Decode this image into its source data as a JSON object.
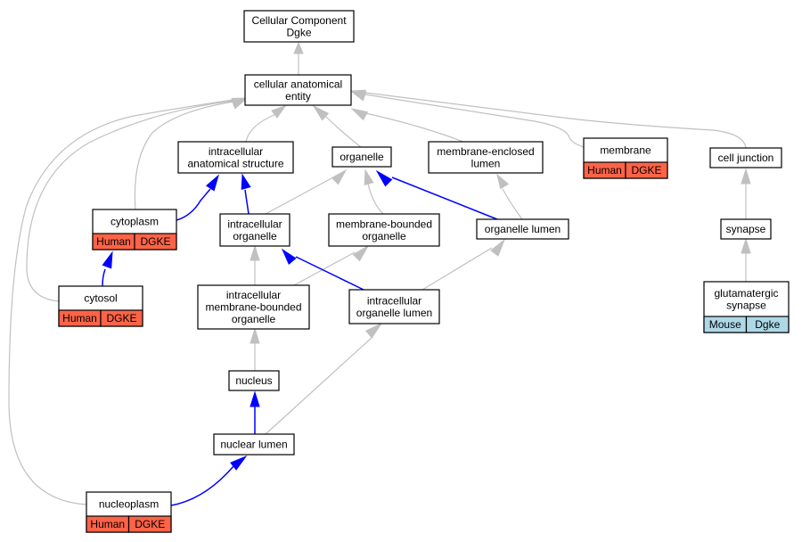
{
  "colors": {
    "human": "#ff6347",
    "mouse": "#add8e6",
    "gray_edge": "#c0c0c0",
    "blue_edge": "#0000ff"
  },
  "nodes": {
    "cellular_component": {
      "lines": [
        "Cellular Component",
        "Dgke"
      ]
    },
    "cellular_anatomical_entity": {
      "lines": [
        "cellular anatomical",
        "entity"
      ]
    },
    "intracellular_anatomical_structure": {
      "lines": [
        "intracellular",
        "anatomical structure"
      ]
    },
    "organelle": {
      "lines": [
        "organelle"
      ]
    },
    "membrane_enclosed_lumen": {
      "lines": [
        "membrane-enclosed",
        "lumen"
      ]
    },
    "membrane": {
      "lines": [
        "membrane"
      ],
      "tags": [
        {
          "label": "Human",
          "species": "human"
        },
        {
          "label": "DGKE",
          "species": "human"
        }
      ]
    },
    "cell_junction": {
      "lines": [
        "cell junction"
      ]
    },
    "cytoplasm": {
      "lines": [
        "cytoplasm"
      ],
      "tags": [
        {
          "label": "Human",
          "species": "human"
        },
        {
          "label": "DGKE",
          "species": "human"
        }
      ]
    },
    "intracellular_organelle": {
      "lines": [
        "intracellular",
        "organelle"
      ]
    },
    "membrane_bounded_organelle": {
      "lines": [
        "membrane-bounded",
        "organelle"
      ]
    },
    "organelle_lumen": {
      "lines": [
        "organelle lumen"
      ]
    },
    "synapse": {
      "lines": [
        "synapse"
      ]
    },
    "cytosol": {
      "lines": [
        "cytosol"
      ],
      "tags": [
        {
          "label": "Human",
          "species": "human"
        },
        {
          "label": "DGKE",
          "species": "human"
        }
      ]
    },
    "intracellular_membrane_bounded_organelle": {
      "lines": [
        "intracellular",
        "membrane-bounded",
        "organelle"
      ]
    },
    "intracellular_organelle_lumen": {
      "lines": [
        "intracellular",
        "organelle lumen"
      ]
    },
    "glutamatergic_synapse": {
      "lines": [
        "glutamatergic",
        "synapse"
      ],
      "tags": [
        {
          "label": "Mouse",
          "species": "mouse"
        },
        {
          "label": "Dgke",
          "species": "mouse"
        }
      ]
    },
    "nucleus": {
      "lines": [
        "nucleus"
      ]
    },
    "nuclear_lumen": {
      "lines": [
        "nuclear lumen"
      ]
    },
    "nucleoplasm": {
      "lines": [
        "nucleoplasm"
      ],
      "tags": [
        {
          "label": "Human",
          "species": "human"
        },
        {
          "label": "DGKE",
          "species": "human"
        }
      ]
    }
  },
  "edges": [
    {
      "from": "cellular_anatomical_entity",
      "to": "cellular_component",
      "kind": "is_a"
    },
    {
      "from": "intracellular_anatomical_structure",
      "to": "cellular_anatomical_entity",
      "kind": "is_a"
    },
    {
      "from": "organelle",
      "to": "cellular_anatomical_entity",
      "kind": "is_a"
    },
    {
      "from": "membrane_enclosed_lumen",
      "to": "cellular_anatomical_entity",
      "kind": "is_a"
    },
    {
      "from": "membrane",
      "to": "cellular_anatomical_entity",
      "kind": "is_a"
    },
    {
      "from": "cell_junction",
      "to": "cellular_anatomical_entity",
      "kind": "is_a"
    },
    {
      "from": "cytoplasm",
      "to": "cellular_anatomical_entity",
      "kind": "is_a"
    },
    {
      "from": "cytosol",
      "to": "cellular_anatomical_entity",
      "kind": "is_a"
    },
    {
      "from": "nucleoplasm",
      "to": "cellular_anatomical_entity",
      "kind": "is_a"
    },
    {
      "from": "cytoplasm",
      "to": "intracellular_anatomical_structure",
      "kind": "part_of"
    },
    {
      "from": "intracellular_organelle",
      "to": "intracellular_anatomical_structure",
      "kind": "part_of"
    },
    {
      "from": "intracellular_organelle",
      "to": "organelle",
      "kind": "is_a"
    },
    {
      "from": "membrane_bounded_organelle",
      "to": "organelle",
      "kind": "is_a"
    },
    {
      "from": "organelle_lumen",
      "to": "organelle",
      "kind": "part_of"
    },
    {
      "from": "organelle_lumen",
      "to": "membrane_enclosed_lumen",
      "kind": "is_a"
    },
    {
      "from": "synapse",
      "to": "cell_junction",
      "kind": "is_a"
    },
    {
      "from": "cytosol",
      "to": "cytoplasm",
      "kind": "part_of"
    },
    {
      "from": "intracellular_membrane_bounded_organelle",
      "to": "intracellular_organelle",
      "kind": "is_a"
    },
    {
      "from": "intracellular_membrane_bounded_organelle",
      "to": "membrane_bounded_organelle",
      "kind": "is_a"
    },
    {
      "from": "intracellular_organelle_lumen",
      "to": "intracellular_organelle",
      "kind": "part_of"
    },
    {
      "from": "intracellular_organelle_lumen",
      "to": "organelle_lumen",
      "kind": "is_a"
    },
    {
      "from": "glutamatergic_synapse",
      "to": "synapse",
      "kind": "is_a"
    },
    {
      "from": "nucleus",
      "to": "intracellular_membrane_bounded_organelle",
      "kind": "is_a"
    },
    {
      "from": "nuclear_lumen",
      "to": "nucleus",
      "kind": "part_of"
    },
    {
      "from": "nuclear_lumen",
      "to": "intracellular_organelle_lumen",
      "kind": "is_a"
    },
    {
      "from": "nucleoplasm",
      "to": "nuclear_lumen",
      "kind": "part_of"
    }
  ]
}
